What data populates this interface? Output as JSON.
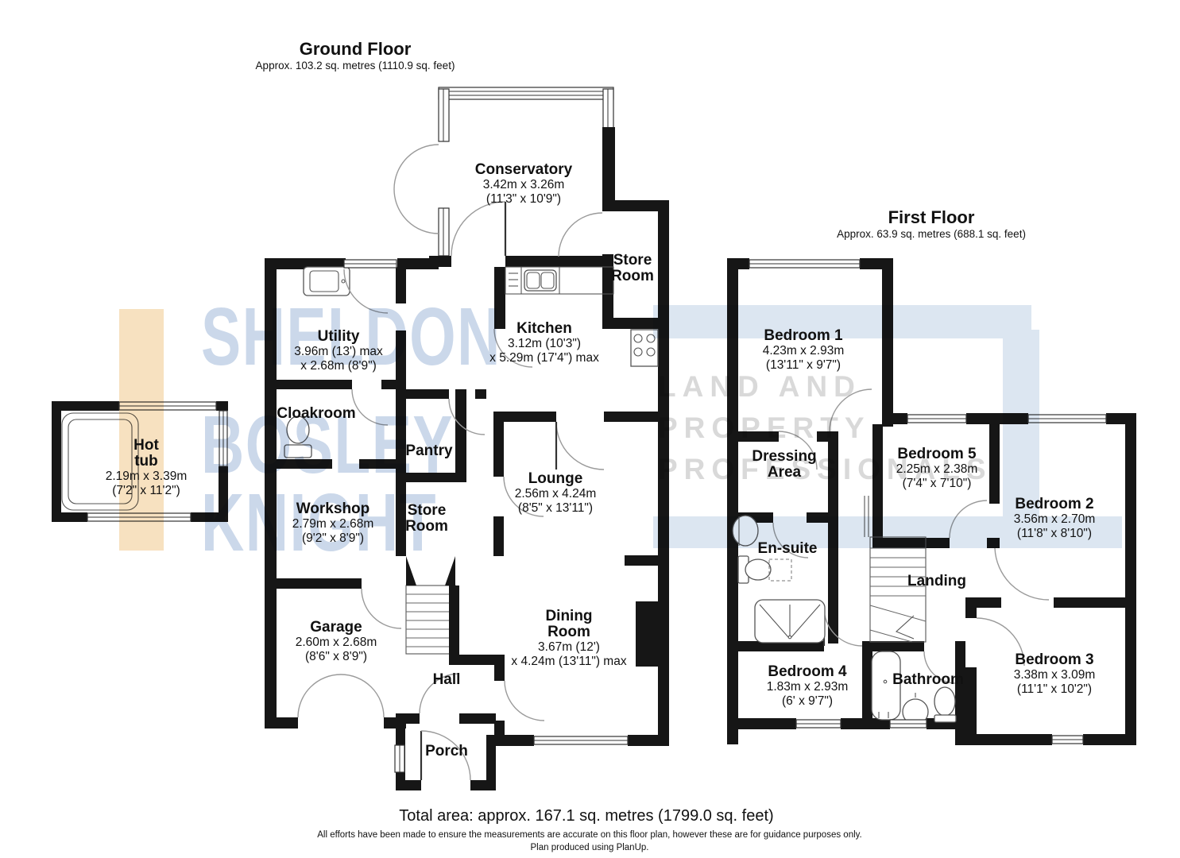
{
  "ground_floor": {
    "title": "Ground Floor",
    "area": "Approx. 103.2 sq. metres (1110.9 sq. feet)"
  },
  "first_floor": {
    "title": "First Floor",
    "area": "Approx. 63.9 sq. metres (688.1 sq. feet)"
  },
  "rooms": {
    "conservatory": {
      "name": "Conservatory",
      "dim_m": "3.42m x 3.26m",
      "dim_ft": "(11'3\" x 10'9\")"
    },
    "store_room_top": {
      "name": "Store Room"
    },
    "utility": {
      "name": "Utility",
      "dim_m": "3.96m (13') max",
      "dim_ft": "x 2.68m (8'9\")"
    },
    "kitchen": {
      "name": "Kitchen",
      "dim_m": "3.12m (10'3\")",
      "dim_ft": "x 5.29m (17'4\") max"
    },
    "cloakroom": {
      "name": "Cloakroom"
    },
    "pantry": {
      "name": "Pantry"
    },
    "hot_tub": {
      "name": "Hot tub",
      "dim_m": "2.19m x 3.39m",
      "dim_ft": "(7'2\" x 11'2\")"
    },
    "lounge": {
      "name": "Lounge",
      "dim_m": "2.56m x 4.24m",
      "dim_ft": "(8'5\" x 13'11\")"
    },
    "workshop": {
      "name": "Workshop",
      "dim_m": "2.79m x 2.68m",
      "dim_ft": "(9'2\" x 8'9\")"
    },
    "store_room_mid": {
      "name": "Store Room"
    },
    "garage": {
      "name": "Garage",
      "dim_m": "2.60m x 2.68m",
      "dim_ft": "(8'6\" x 8'9\")"
    },
    "dining_room": {
      "name": "Dining Room",
      "dim_m": "3.67m (12')",
      "dim_ft": "x 4.24m (13'11\") max"
    },
    "hall": {
      "name": "Hall"
    },
    "porch": {
      "name": "Porch"
    },
    "bedroom1": {
      "name": "Bedroom 1",
      "dim_m": "4.23m x 2.93m",
      "dim_ft": "(13'11\" x 9'7\")"
    },
    "dressing_area": {
      "name": "Dressing Area"
    },
    "bedroom5": {
      "name": "Bedroom 5",
      "dim_m": "2.25m x 2.38m",
      "dim_ft": "(7'4\" x 7'10\")"
    },
    "bedroom2": {
      "name": "Bedroom 2",
      "dim_m": "3.56m x 2.70m",
      "dim_ft": "(11'8\" x 8'10\")"
    },
    "ensuite": {
      "name": "En-suite"
    },
    "landing": {
      "name": "Landing"
    },
    "bedroom4": {
      "name": "Bedroom 4",
      "dim_m": "1.83m x 2.93m",
      "dim_ft": "(6' x 9'7\")"
    },
    "bathroom": {
      "name": "Bathroom"
    },
    "bedroom3": {
      "name": "Bedroom 3",
      "dim_m": "3.38m x 3.09m",
      "dim_ft": "(11'1\" x 10'2\")"
    }
  },
  "watermark": {
    "brand_lines": [
      "SHELDON",
      "BOSLEY",
      "KNIGHT"
    ],
    "tagline_lines": [
      "LAND AND",
      "PROPERTY",
      "PROFESSIONALS"
    ],
    "brand_color": "#cbd8ea",
    "band_color": "#dce6f1",
    "tagline_color": "#d9d9d9",
    "stripe_color": "#f7e1c0"
  },
  "footer": {
    "total_area": "Total area: approx. 167.1 sq. metres (1799.0 sq. feet)",
    "disclaimer": "All efforts have been made to ensure the measurements are accurate on this floor plan, however these are for guidance purposes only.",
    "produced_by": "Plan produced using PlanUp."
  }
}
